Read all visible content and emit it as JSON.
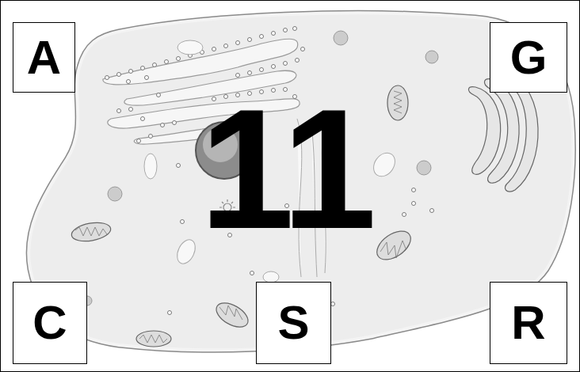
{
  "diagram": {
    "nodes": [
      {
        "text": [
          "A"
        ]
      },
      {
        "text": [
          "G"
        ]
      },
      {
        "text": [
          "C"
        ]
      },
      {
        "text": [
          "S"
        ]
      },
      {
        "text": [
          "R"
        ]
      }
    ],
    "labels": [
      "11"
    ]
  }
}
